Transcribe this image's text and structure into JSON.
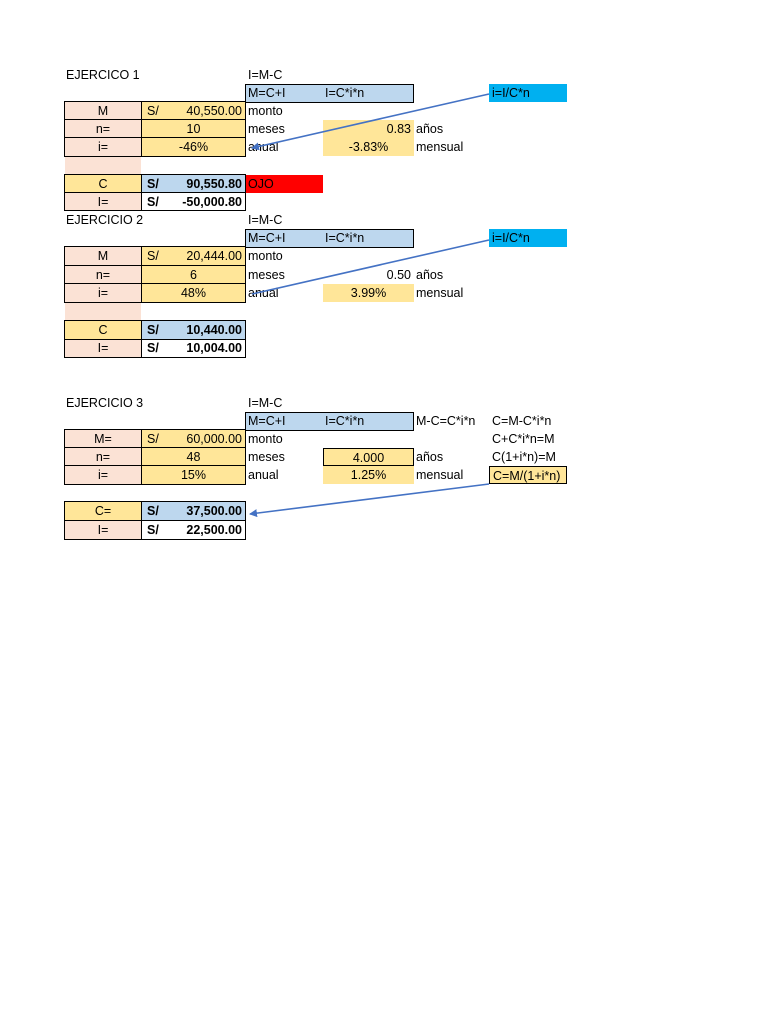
{
  "ej1": {
    "title": "EJERCICO 1",
    "f_imc": "I=M-C",
    "f_mci": "M=C+I",
    "f_icin": "I=C*i*n",
    "f_iic": "i=I/C*n",
    "m_label": "M",
    "m_cur": "S/",
    "m_val": "40,550.00",
    "m_unit": "monto",
    "n_label": "n=",
    "n_val": "10",
    "n_unit": "meses",
    "n_years": "0.83",
    "n_years_unit": "años",
    "i_label": "i=",
    "i_val": "-46%",
    "i_unit": "anual",
    "i_month": "-3.83%",
    "i_month_unit": "mensual",
    "c_label": "C",
    "c_cur": "S/",
    "c_val": "90,550.80",
    "c_note": "OJO",
    "ii_label": "I=",
    "ii_cur": "S/",
    "ii_val": "-50,000.80"
  },
  "ej2": {
    "title": "EJERCICIO 2",
    "f_imc": "I=M-C",
    "f_mci": "M=C+I",
    "f_icin": "I=C*i*n",
    "f_iic": "i=I/C*n",
    "m_label": "M",
    "m_cur": "S/",
    "m_val": "20,444.00",
    "m_unit": "monto",
    "n_label": "n=",
    "n_val": "6",
    "n_unit": "meses",
    "n_years": "0.50",
    "n_years_unit": "años",
    "i_label": "i=",
    "i_val": "48%",
    "i_unit": "anual",
    "i_month": "3.99%",
    "i_month_unit": "mensual",
    "c_label": "C",
    "c_cur": "S/",
    "c_val": "10,440.00",
    "ii_label": "I=",
    "ii_cur": "S/",
    "ii_val": "10,004.00"
  },
  "ej3": {
    "title": "EJERCICIO 3",
    "f_imc": "I=M-C",
    "f_mci": "M=C+I",
    "f_icin": "I=C*i*n",
    "f_mc": "M-C=C*i*n",
    "f_d1": "C=M-C*i*n",
    "f_d2": "C+C*i*n=M",
    "f_d3": "C(1+i*n)=M",
    "f_d4": "C=M/(1+i*n)",
    "m_label": "M=",
    "m_cur": "S/",
    "m_val": "60,000.00",
    "m_unit": "monto",
    "n_label": "n=",
    "n_val": "48",
    "n_unit": "meses",
    "n_years": "4.000",
    "n_years_unit": "años",
    "i_label": "i=",
    "i_val": "15%",
    "i_unit": "anual",
    "i_month": "1.25%",
    "i_month_unit": "mensual",
    "c_label": "C=",
    "c_cur": "S/",
    "c_val": "37,500.00",
    "ii_label": "I=",
    "ii_cur": "S/",
    "ii_val": "22,500.00"
  },
  "colors": {
    "peach": "#fbe2d5",
    "yellow": "#ffe699",
    "blue": "#bdd7ee",
    "cyan": "#00b0f0",
    "red": "#ff0000",
    "arrow": "#4472c4"
  }
}
